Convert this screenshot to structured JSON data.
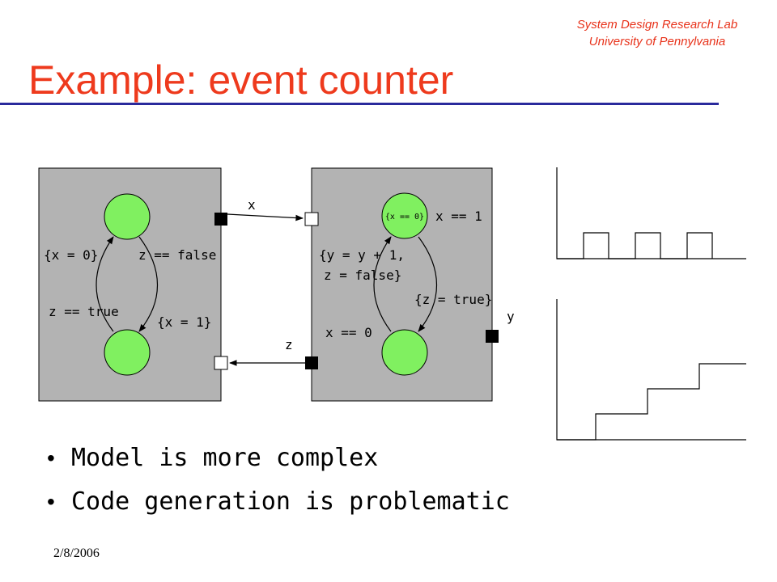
{
  "header": {
    "lab": "System Design Research Lab",
    "university": "University of Pennylvania"
  },
  "title": "Example: event counter",
  "diagram": {
    "left_module": {
      "labels": {
        "reset_action": "{x = 0}",
        "guard_false": "z == false",
        "guard_true": "z == true",
        "set_action": "{x = 1}"
      }
    },
    "right_module": {
      "labels": {
        "top_state": "{x == 0}",
        "guard_x1": "x == 1",
        "increment_line1": "{y = y + 1,",
        "increment_line2": "z = false}",
        "set_z_true": "{z = true}",
        "guard_x0": "x == 0"
      }
    },
    "signals": {
      "x": "x",
      "z": "z",
      "y": "y"
    }
  },
  "colors": {
    "title": "#ee3a1d",
    "header": "#e8321a",
    "rule": "#2a2a9c",
    "module_fill": "#b3b3b3",
    "state_fill": "#80f060"
  },
  "bullets": [
    "Model is more complex",
    "Code generation is problematic"
  ],
  "footer": {
    "date": "2/8/2006"
  }
}
